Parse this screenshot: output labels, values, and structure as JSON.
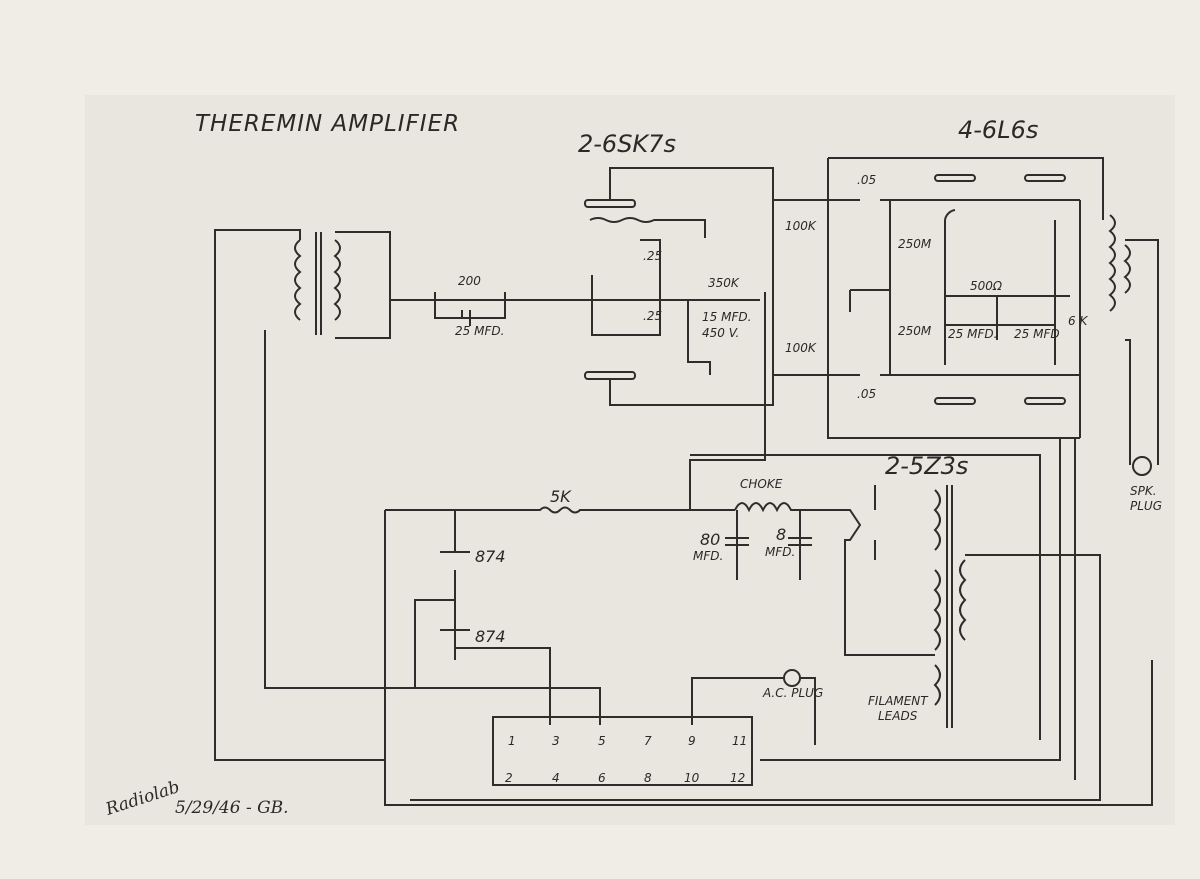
{
  "title": "THEREMIN AMPLIFIER",
  "tubes": {
    "preamp": "2-6SK7s",
    "output": "4-6L6s",
    "rectifier": "2-5Z3s",
    "regulators": [
      "874",
      "874"
    ]
  },
  "labels": {
    "r200": "200",
    "c25mfd": "25 MFD.",
    "c025a": ".25",
    "c025b": ".25",
    "r350k": "350K",
    "c15mfd": "15 MFD.",
    "c450v": "450 V.",
    "r100k_top": "100K",
    "r100k_bot": "100K",
    "c05_top": ".05",
    "c05_bot": ".05",
    "r250m_top": "250M",
    "r250m_bot": "250M",
    "r500": "500Ω",
    "c25mfd_l": "25 MFD.",
    "c25mfd_r": "25 MFD",
    "r6k": "6 K",
    "choke": "CHOKE",
    "r5k": "5K",
    "c80": "80",
    "c80_unit": "MFD.",
    "c8": "8",
    "c8_unit": "MFD.",
    "ac_plug": "A.C. PLUG",
    "filament": "FILAMENT",
    "leads": "LEADS",
    "spk": "SPK.",
    "plug": "PLUG"
  },
  "terminals": {
    "top": [
      "1",
      "3",
      "5",
      "7",
      "9",
      "11"
    ],
    "bottom": [
      "2",
      "4",
      "6",
      "8",
      "10",
      "12"
    ]
  },
  "signature": {
    "name": "Radiolab",
    "date": "5/29/46 - GB."
  }
}
